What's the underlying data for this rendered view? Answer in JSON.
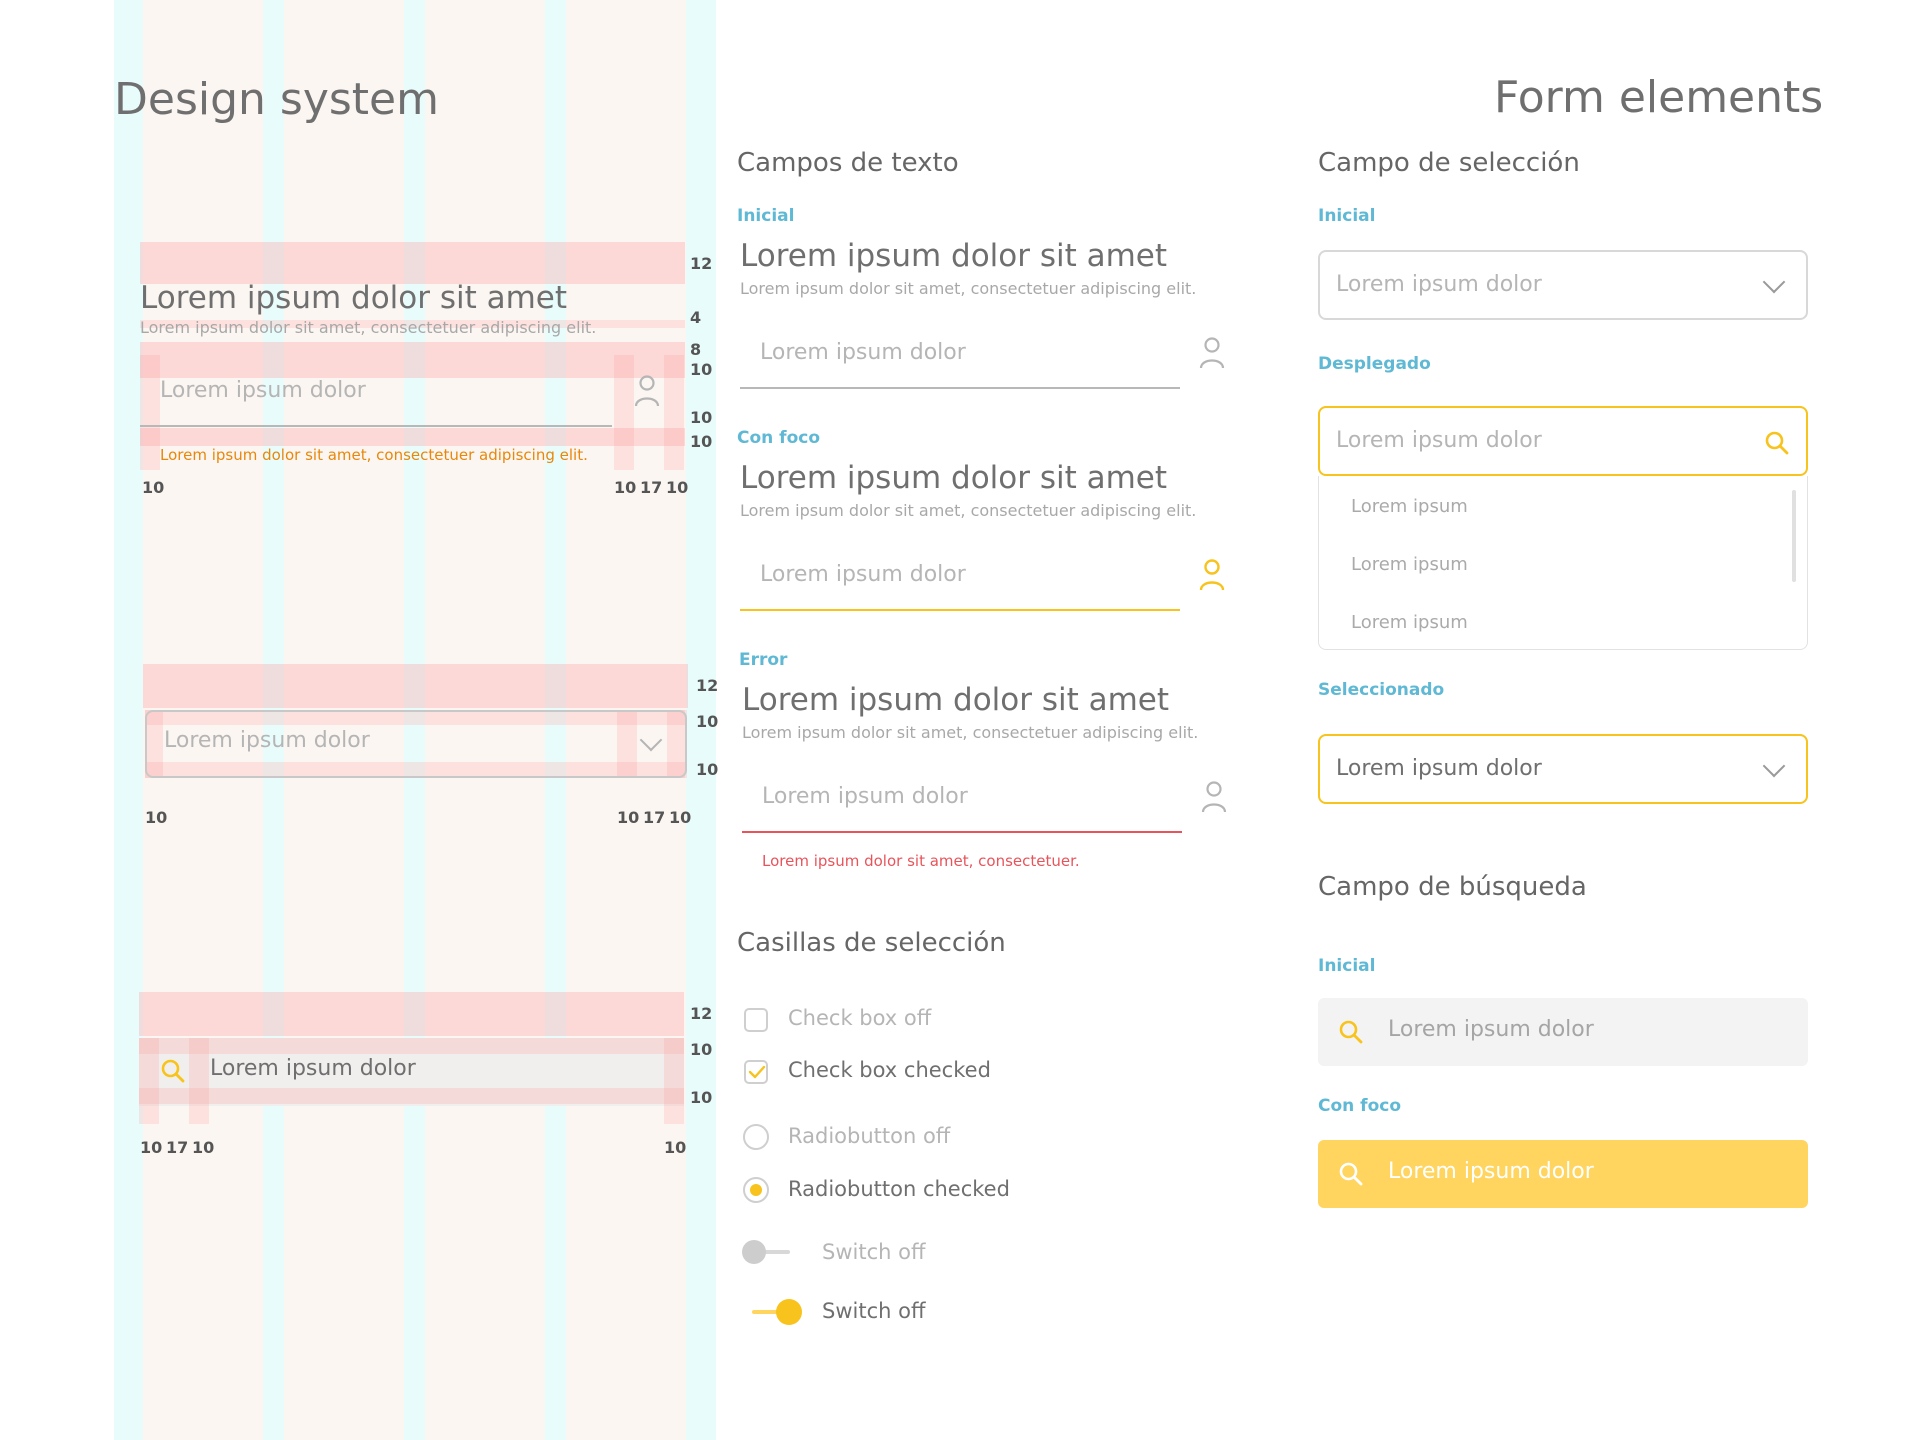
{
  "header": {
    "left_title": "Design system",
    "right_title": "Form elements"
  },
  "colors": {
    "accent_yellow": "#f7c31c",
    "accent_yellow_fill": "#ffd45f",
    "label_blue": "#5fb8d4",
    "error_red": "#e8545b",
    "helper_orange": "#e8870a"
  },
  "spec": {
    "text_block": {
      "title": "Lorem ipsum dolor sit amet",
      "subtitle": "Lorem ipsum dolor sit amet, consectetuer adipiscing elit.",
      "placeholder": "Lorem ipsum dolor",
      "helper": "Lorem ipsum dolor sit amet, consectetuer adipiscing elit.",
      "dims_right": [
        "12",
        "4",
        "8",
        "10",
        "10",
        "10"
      ],
      "dims_bottom_left": "10",
      "dims_bottom_right": [
        "10",
        "17",
        "10"
      ],
      "icon": "user-icon"
    },
    "select_block": {
      "placeholder": "Lorem ipsum dolor",
      "dims_right": [
        "12",
        "10",
        "10"
      ],
      "dims_bottom_left": "10",
      "dims_bottom_right": [
        "10",
        "17",
        "10"
      ],
      "icon": "chevron-down-icon"
    },
    "search_block": {
      "placeholder": "Lorem ipsum dolor",
      "dims_right": [
        "12",
        "10",
        "10"
      ],
      "dims_bottom_left": [
        "10",
        "17",
        "10"
      ],
      "dims_bottom_right": "10",
      "icon": "search-icon"
    }
  },
  "text_fields": {
    "section_title": "Campos de texto",
    "states": [
      {
        "label": "Inicial",
        "title": "Lorem ipsum dolor sit amet",
        "subtitle": "Lorem ipsum dolor sit amet, consectetuer adipiscing elit.",
        "placeholder": "Lorem ipsum dolor",
        "icon": "user-icon"
      },
      {
        "label": "Con foco",
        "title": "Lorem ipsum dolor sit amet",
        "subtitle": "Lorem ipsum dolor sit amet, consectetuer adipiscing elit.",
        "placeholder": "Lorem ipsum dolor",
        "icon": "user-icon"
      },
      {
        "label": "Error",
        "title": "Lorem ipsum dolor sit amet",
        "subtitle": "Lorem ipsum dolor sit amet, consectetuer adipiscing elit.",
        "placeholder": "Lorem ipsum dolor",
        "error": "Lorem ipsum dolor sit amet, consectetuer.",
        "icon": "user-icon"
      }
    ]
  },
  "checkboxes": {
    "section_title": "Casillas de selección",
    "items": [
      {
        "type": "checkbox",
        "label": "Check box off",
        "checked": false
      },
      {
        "type": "checkbox",
        "label": "Check box checked",
        "checked": true
      },
      {
        "type": "radio",
        "label": "Radiobutton off",
        "checked": false
      },
      {
        "type": "radio",
        "label": "Radiobutton checked",
        "checked": true
      },
      {
        "type": "switch",
        "label": "Switch off",
        "on": false
      },
      {
        "type": "switch",
        "label": "Switch off",
        "on": true
      }
    ]
  },
  "select_fields": {
    "section_title": "Campo de selección",
    "states": [
      {
        "label": "Inicial",
        "placeholder": "Lorem ipsum dolor",
        "icon": "chevron-down-icon"
      },
      {
        "label": "Desplegado",
        "placeholder": "Lorem ipsum dolor",
        "icon": "search-icon",
        "options": [
          "Lorem ipsum",
          "Lorem ipsum",
          "Lorem ipsum"
        ]
      },
      {
        "label": "Seleccionado",
        "value": "Lorem ipsum dolor",
        "icon": "chevron-down-icon"
      }
    ]
  },
  "search_fields": {
    "section_title": "Campo de búsqueda",
    "states": [
      {
        "label": "Inicial",
        "placeholder": "Lorem ipsum dolor",
        "icon": "search-icon"
      },
      {
        "label": "Con foco",
        "value": "Lorem ipsum dolor",
        "icon": "search-icon"
      }
    ]
  }
}
